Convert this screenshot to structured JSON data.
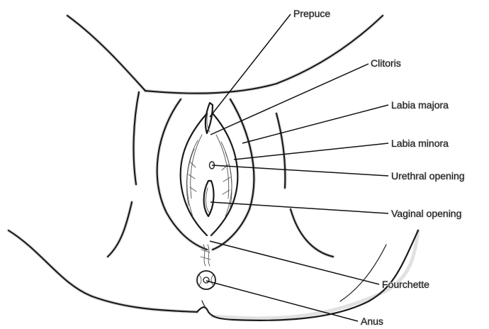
{
  "diagram": {
    "labels": [
      {
        "id": "prepuce",
        "text": "Prepuce"
      },
      {
        "id": "clitoris",
        "text": "Clitoris"
      },
      {
        "id": "labia-majora",
        "text": "Labia majora"
      },
      {
        "id": "labia-minora",
        "text": "Labia minora"
      },
      {
        "id": "urethral-opening",
        "text": "Urethral opening"
      },
      {
        "id": "vaginal-opening",
        "text": "Vaginal opening"
      },
      {
        "id": "fourchette",
        "text": "Fourchette"
      },
      {
        "id": "anus",
        "text": "Anus"
      }
    ]
  }
}
